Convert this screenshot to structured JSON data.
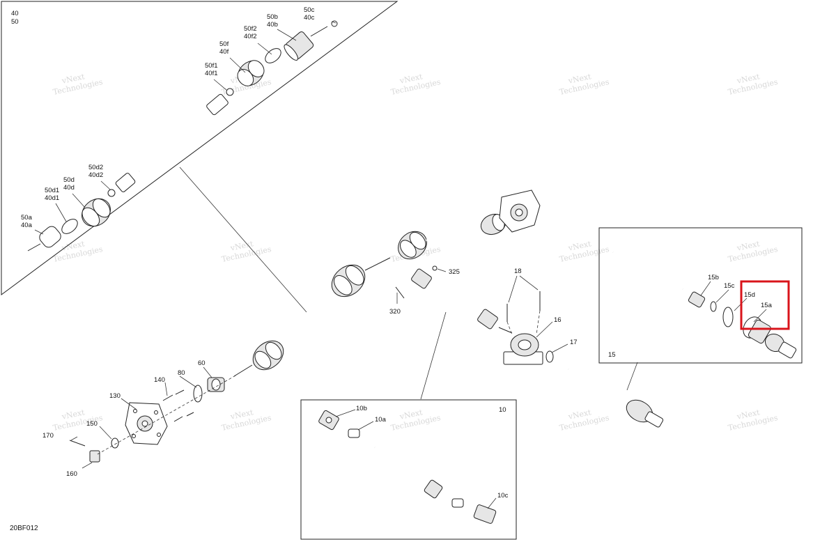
{
  "diagram_code": "20BF012",
  "callouts": {
    "group_40": "40",
    "group_50": "50",
    "p50c": "50c",
    "p40c": "40c",
    "p50b": "50b",
    "p40b": "40b",
    "p50f2": "50f2",
    "p40f2": "40f2",
    "p50f": "50f",
    "p40f": "40f",
    "p50f1": "50f1",
    "p40f1": "40f1",
    "p50d2": "50d2",
    "p40d2": "40d2",
    "p50d": "50d",
    "p40d": "40d",
    "p50d1": "50d1",
    "p40d1": "40d1",
    "p50a": "50a",
    "p40a": "40a",
    "p325": "325",
    "p320": "320",
    "p18": "18",
    "p16": "16",
    "p17": "17",
    "p15": "15",
    "p15a": "15a",
    "p15b": "15b",
    "p15c": "15c",
    "p15d": "15d",
    "p140": "140",
    "p130": "130",
    "p150": "150",
    "p170": "170",
    "p160": "160",
    "p80": "80",
    "p60": "60",
    "p10": "10",
    "p10a": "10a",
    "p10b": "10b",
    "p10c": "10c"
  },
  "watermark": {
    "line1": "vNext",
    "line2": "Technologies"
  },
  "highlight_color": "#d9141b"
}
